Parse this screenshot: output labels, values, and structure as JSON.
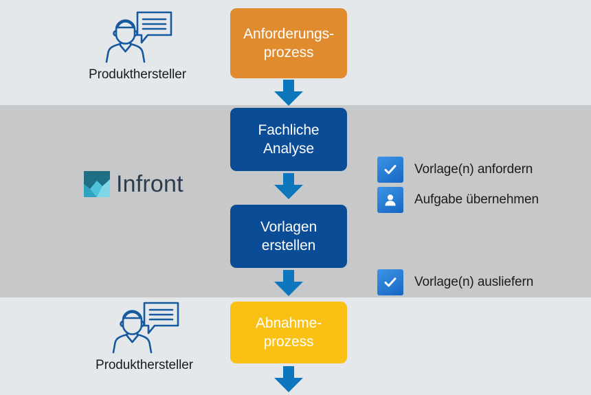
{
  "bands": {
    "top_color": "#E5E8EB",
    "middle_color": "#C6C8CA",
    "bottom_color": "#E5E8EB"
  },
  "brand": {
    "name": "Infront",
    "wordmark_color": "#2B3C4D",
    "mark_dark_color": "#1F6F84",
    "mark_light_color": "#4FC3DC"
  },
  "actors": [
    {
      "label": "Produkthersteller",
      "icon": "person-speech-bubble-icon",
      "band": "top"
    },
    {
      "label": "Produkthersteller",
      "icon": "person-speech-bubble-icon",
      "band": "bottom"
    }
  ],
  "process": {
    "boxes": [
      {
        "line1": "Anforderungs-",
        "line2": "prozess",
        "color": "#E08B2E",
        "name": "anforderungsprozess"
      },
      {
        "line1": "Fachliche",
        "line2": "Analyse",
        "color": "#0B4C96",
        "name": "fachliche-analyse"
      },
      {
        "line1": "Vorlagen",
        "line2": "erstellen",
        "color": "#0B4C96",
        "name": "vorlagen-erstellen"
      },
      {
        "line1": "Abnahme-",
        "line2": "prozess",
        "color": "#FBC014",
        "name": "abnahmeprozess"
      }
    ],
    "arrow_color": "#0E76BC",
    "arrow_count": 4
  },
  "legend": {
    "items": [
      {
        "label": "Vorlage(n) anfordern",
        "icon": "check-icon",
        "color": "#2A7FD4"
      },
      {
        "label": "Aufgabe übernehmen",
        "icon": "person-icon",
        "color": "#2A7FD4"
      },
      {
        "label": "Vorlage(n) ausliefern",
        "icon": "check-icon",
        "color": "#2A7FD4"
      }
    ]
  }
}
